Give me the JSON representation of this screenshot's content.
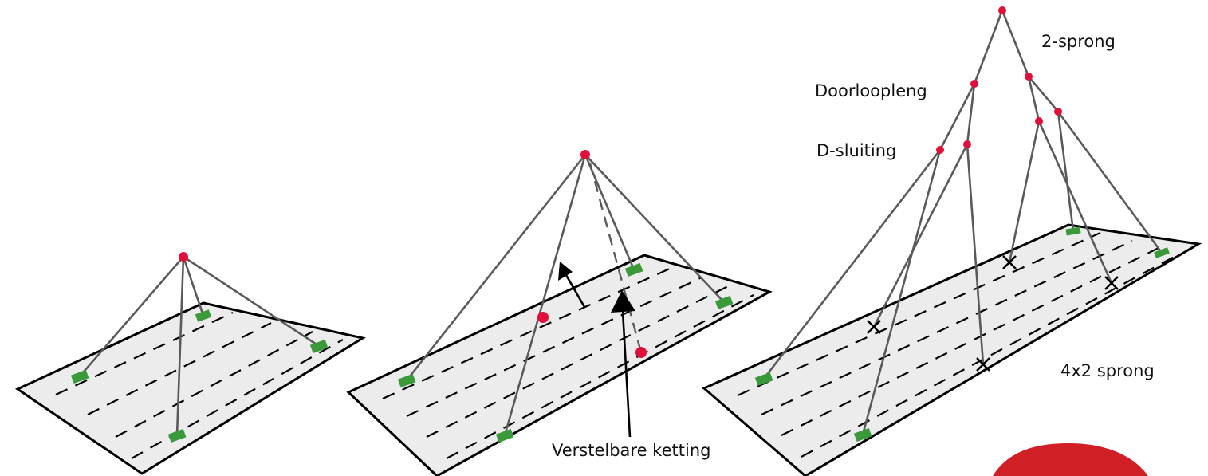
{
  "labels": {
    "two_leg": "2-sprong",
    "reeving_link": "Doorloopleng",
    "d_shackle": "D-sluiting",
    "four_by_two": "4x2 sprong",
    "adjustable_chain": "Verstelbare ketting"
  },
  "colors": {
    "node": "#e0103a",
    "pad": "#3a9a3a",
    "plate": "#ececec",
    "sling": "#5a5a5a",
    "badge": "#d11f26"
  }
}
